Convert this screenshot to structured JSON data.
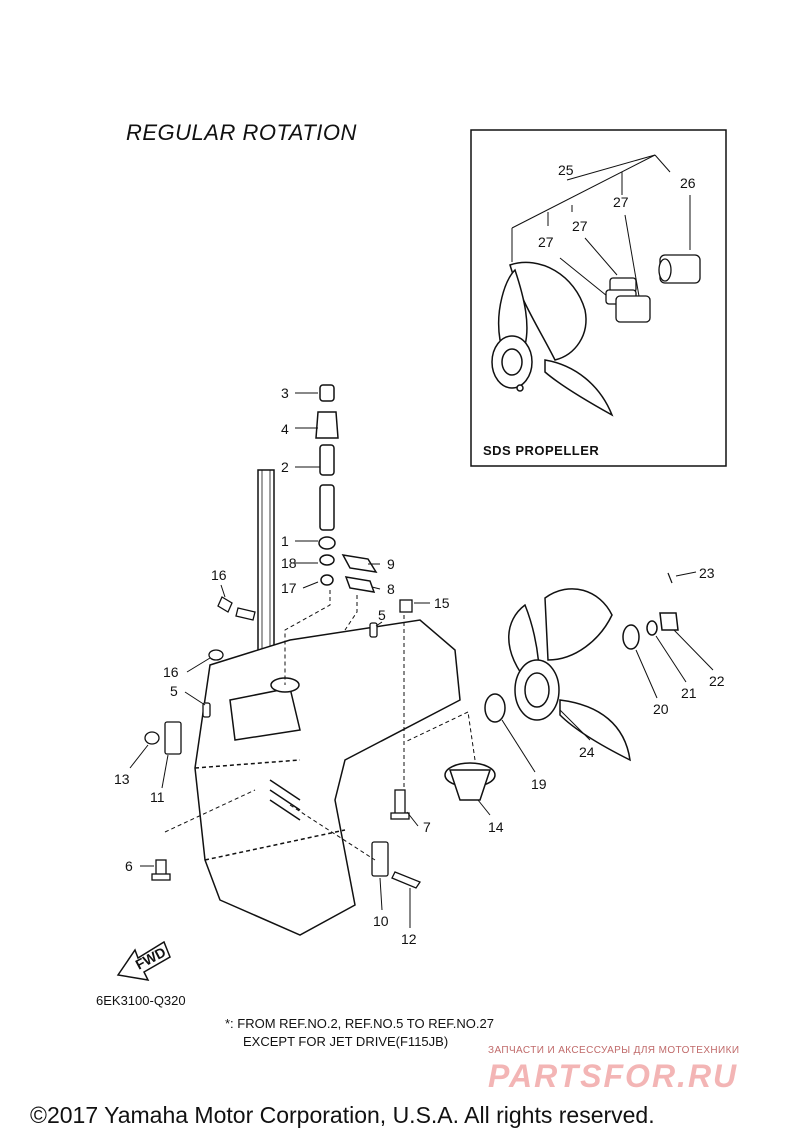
{
  "title": "REGULAR ROTATION",
  "inset_title": "SDS PROPELLER",
  "diagram_code": "6EK3100-Q320",
  "note_line1": "*: FROM REF.NO.2, REF.NO.5 TO REF.NO.27",
  "note_line2": "EXCEPT FOR JET DRIVE(F115JB)",
  "watermark_subtitle": "ЗАПЧАСТИ И АКСЕССУАРЫ ДЛЯ МОТОТЕХНИКИ",
  "watermark_logo": "PARTSFOR.RU",
  "fwd_label": "FWD",
  "copyright": "©2017 Yamaha Motor Corporation, U.S.A. All rights reserved.",
  "callouts": [
    {
      "id": "c1",
      "text": "1"
    },
    {
      "id": "c2",
      "text": "2"
    },
    {
      "id": "c3",
      "text": "3"
    },
    {
      "id": "c4",
      "text": "4"
    },
    {
      "id": "c5a",
      "text": "5"
    },
    {
      "id": "c5b",
      "text": "5"
    },
    {
      "id": "c6",
      "text": "6"
    },
    {
      "id": "c7",
      "text": "7"
    },
    {
      "id": "c8",
      "text": "8"
    },
    {
      "id": "c9",
      "text": "9"
    },
    {
      "id": "c10",
      "text": "10"
    },
    {
      "id": "c11",
      "text": "11"
    },
    {
      "id": "c12",
      "text": "12"
    },
    {
      "id": "c13",
      "text": "13"
    },
    {
      "id": "c14",
      "text": "14"
    },
    {
      "id": "c15",
      "text": "15"
    },
    {
      "id": "c16a",
      "text": "16"
    },
    {
      "id": "c16b",
      "text": "16"
    },
    {
      "id": "c17",
      "text": "17"
    },
    {
      "id": "c18",
      "text": "18"
    },
    {
      "id": "c19",
      "text": "19"
    },
    {
      "id": "c20",
      "text": "20"
    },
    {
      "id": "c21",
      "text": "21"
    },
    {
      "id": "c22",
      "text": "22"
    },
    {
      "id": "c23",
      "text": "23"
    },
    {
      "id": "c24",
      "text": "24"
    },
    {
      "id": "c25",
      "text": "25"
    },
    {
      "id": "c26",
      "text": "26"
    },
    {
      "id": "c27a",
      "text": "27"
    },
    {
      "id": "c27b",
      "text": "27"
    },
    {
      "id": "c27c",
      "text": "27"
    }
  ]
}
